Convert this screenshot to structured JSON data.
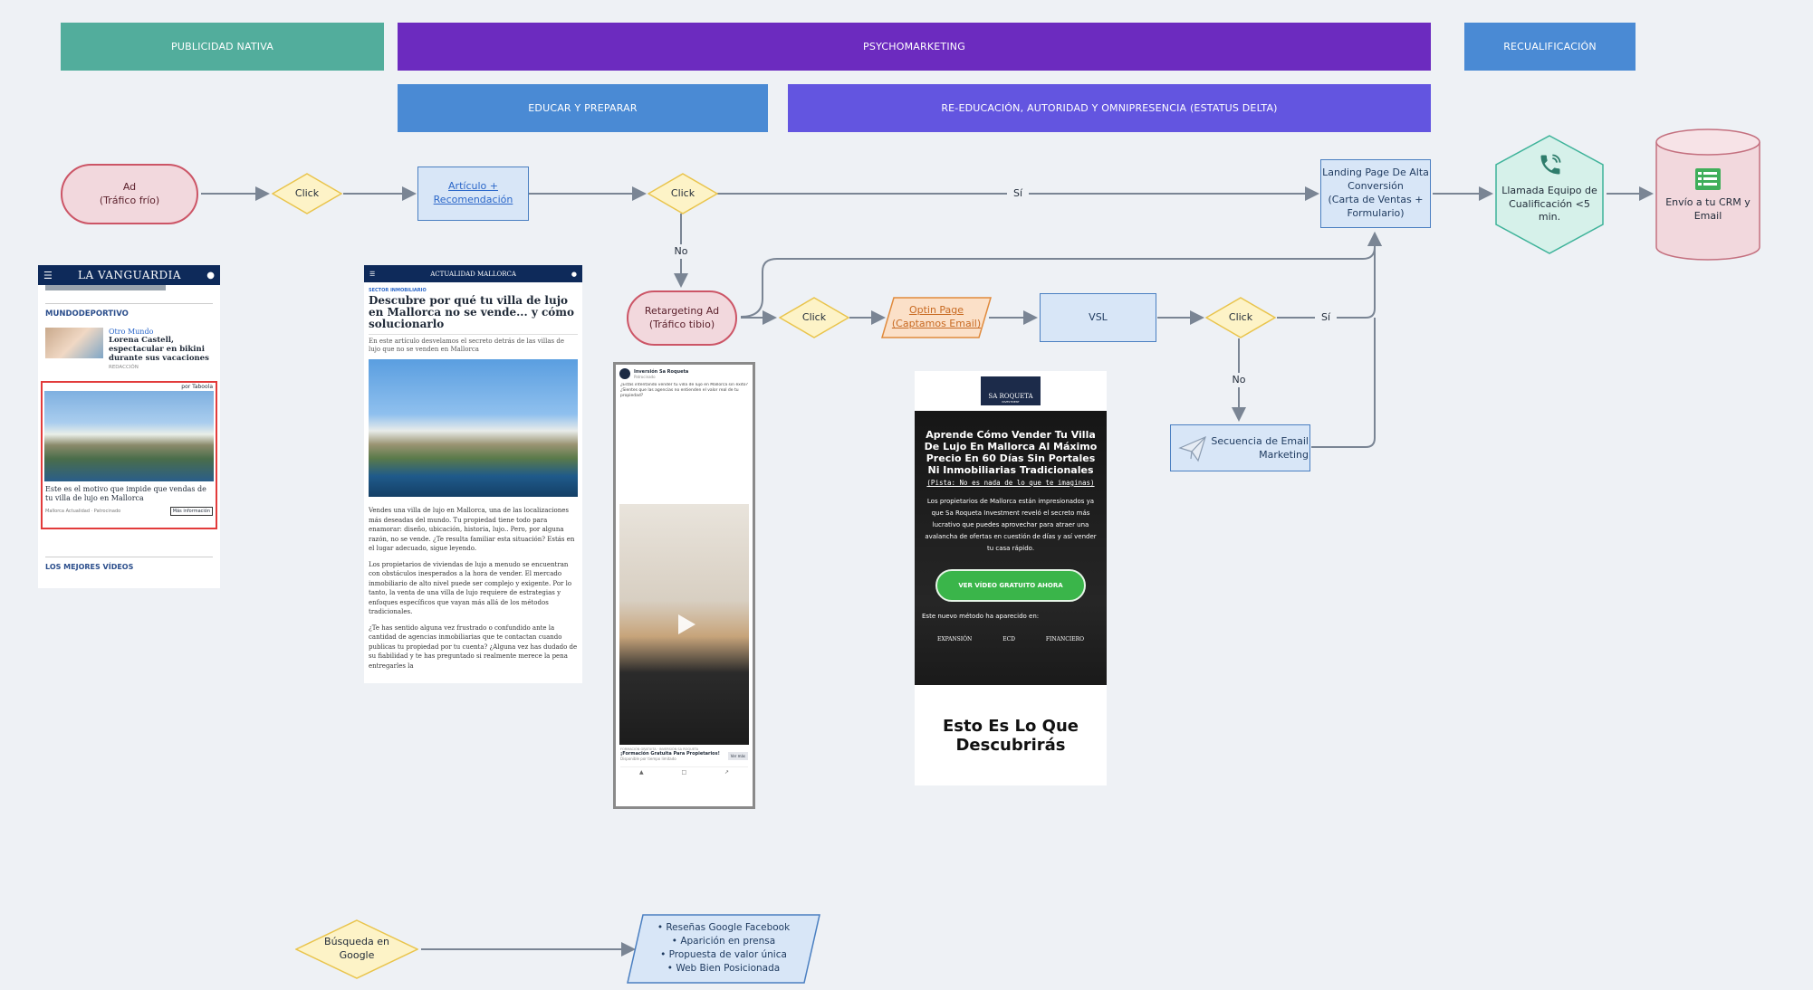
{
  "bands": {
    "nativa": "PUBLICIDAD NATIVA",
    "psycho": "PSYCHOMARKETING",
    "recual": "RECUALIFICACIÓN",
    "educar": "EDUCAR Y PREPARAR",
    "reedu": "RE-EDUCACIÓN, AUTORIDAD Y OMNIPRESENCIA (ESTATUS DELTA)"
  },
  "colors": {
    "teal": "#52ad9c",
    "purple": "#6c2bbf",
    "blue": "#4a8ad4",
    "indigo": "#6355e0"
  },
  "nodes": {
    "ad": "Ad\n(Tráfico frío)",
    "click1": "Click",
    "articulo": "Artículo +\nRecomendación",
    "click2": "Click",
    "landing": "Landing Page De Alta\nConversión\n(Carta de Ventas +\nFormulario)",
    "llamada": "Llamada Equipo de\nCualificación <5 min.",
    "crm": "Envío a tu CRM y\nEmail",
    "retargeting": "Retargeting Ad\n(Tráfico tibio)",
    "click3": "Click",
    "optin": "Optin Page\n(Captamos Email)",
    "vsl": "VSL",
    "click4": "Click",
    "secuencia": "Secuencia de Email\nMarketing",
    "busqueda": "Búsqueda en\nGoogle",
    "reputacion": [
      "Reseñas Google Facebook",
      "Aparición en prensa",
      "Propuesta de valor única",
      "Web Bien Posicionada"
    ]
  },
  "edges": {
    "si1": "Sí",
    "no1": "No",
    "si2": "Sí",
    "no2": "No"
  },
  "icons": {
    "llamada": "phone-icon",
    "crm": "spreadsheet-icon",
    "secuencia": "paper-plane-icon"
  },
  "vanguardia": {
    "logo": "LA VANGUARDIA",
    "section": "MUNDODEPORTIVO",
    "kicker": "Otro Mundo",
    "headline": "Lorena Castell, espectacular en bikini durante sus vacaciones",
    "byline": "REDACCIÓN",
    "sponsor": "por Taboola",
    "ad_title": "Este es el motivo que impide que vendas de tu villa de lujo en Mallorca",
    "ad_source": "Mallorca Actualidad · Patrocinado",
    "ad_button": "Más información",
    "videos": "LOS MEJORES VÍDEOS"
  },
  "article": {
    "topbar": "ACTUALIDAD MALLORCA",
    "category": "SECTOR INMOBILIARIO",
    "title": "Descubre por qué tu villa de lujo en Mallorca no se vende... y cómo solucionarlo",
    "lead": "En este artículo desvelamos el secreto detrás de las villas de lujo que no se venden en Mallorca",
    "p1": "Vendes una villa de lujo en Mallorca, una de las localizaciones más deseadas del mundo. Tu propiedad tiene todo para enamorar: diseño, ubicación, historia, lujo.. Pero, por alguna razón, no se vende. ¿Te resulta familiar esta situación? Estás en el lugar adecuado, sigue leyendo.",
    "p2": "Los propietarios de viviendas de lujo a menudo se encuentran con obstáculos inesperados a la hora de vender. El mercado inmobiliario de alto nivel puede ser complejo y exigente. Por lo tanto, la venta de una villa de lujo requiere de estrategias y enfoques específicos que vayan más allá de los métodos tradicionales.",
    "p3": "¿Te has sentido alguna vez frustrado o confundido ante la cantidad de agencias inmobiliarias que te contactan cuando publicas tu propiedad por tu cuenta? ¿Alguna vez has dudado de su fiabilidad y te has preguntado si realmente merece la pena entregarles la"
  },
  "fbpost": {
    "page": "Inversión Sa Roqueta",
    "meta": "Patrocinado",
    "text": "¿Estás intentando vender tu villa de lujo en Mallorca sin éxito? ¿Sientes que las agencias no entienden el valor real de tu propiedad?",
    "cta_source": "FORMACIÓN GRATUITA · INVERSIÓN SA ROQUETA",
    "cta_title": "¡Formación Gratuita Para Propietarios!",
    "cta_sub": "Disponible por tiempo limitado",
    "cta_button": "Ver más"
  },
  "optinpage": {
    "logo": "SA ROQUETA",
    "logo_sub": "INVESTMENT",
    "headline": "Aprende Cómo Vender Tu Villa De Lujo En Mallorca Al Máximo Precio En 60 Días Sin Portales Ni Inmobiliarias Tradicionales",
    "hint": "(Pista: No es nada de lo que te imaginas)",
    "body": "Los propietarios de Mallorca están impresionados ya que Sa Roqueta Investment reveló el secreto más lucrativo que puedes aprovechar para atraer una avalancha de ofertas en cuestión de días y así vender tu casa rápido.",
    "button": "VER VÍDEO GRATUITO AHORA",
    "press_intro": "Este nuevo método ha aparecido en:",
    "press": [
      "EXPANSIÓN",
      "ECD",
      "FINANCIERO"
    ],
    "footer": "Esto Es Lo Que\nDescubrirás"
  }
}
